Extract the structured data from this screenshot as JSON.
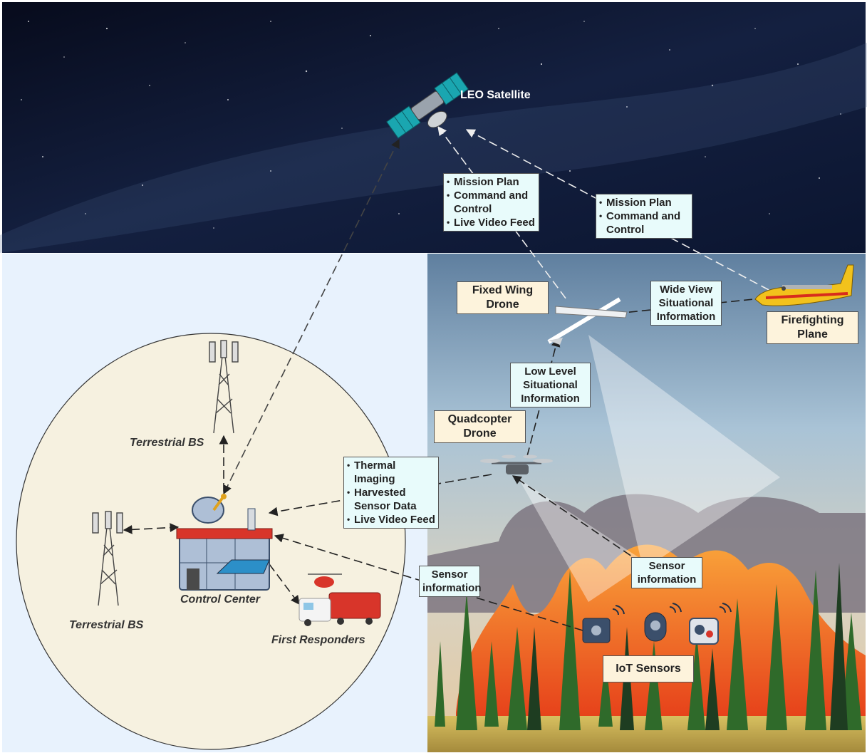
{
  "satellite": {
    "label": "LEO Satellite"
  },
  "labels": {
    "mission_sat_left": [
      "Mission Plan",
      "Command and Control",
      "Live Video Feed"
    ],
    "mission_sat_right": [
      "Mission Plan",
      "Command and Control"
    ],
    "fixed_wing": [
      "Fixed Wing",
      "Drone"
    ],
    "wide_view": [
      "Wide View",
      "Situational",
      "Information"
    ],
    "firefighting_plane": [
      "Firefighting",
      "Plane"
    ],
    "low_level": [
      "Low Level",
      "Situational",
      "Information"
    ],
    "quadcopter": [
      "Quadcopter",
      "Drone"
    ],
    "thermal": [
      "Thermal Imaging",
      "Harvested Sensor Data",
      "Live Video Feed"
    ],
    "sensor_info_left": [
      "Sensor",
      "information"
    ],
    "sensor_info_right": [
      "Sensor",
      "information"
    ],
    "iot_sensors": "IoT Sensors"
  },
  "captions": {
    "terrestrial_bs_top": "Terrestrial BS",
    "terrestrial_bs_left": "Terrestrial BS",
    "control_center": "Control Center",
    "first_responders": "First Responders"
  },
  "colors": {
    "space": "#0b1228",
    "ground_panel": "#e8f2fd",
    "coverage_circle": "#f6f1e0",
    "info_box": "#e8fbfb",
    "name_box": "#fdf3dc",
    "fire": "#f4661b",
    "trees": "#2f6a2a",
    "plane": "#f2c21c"
  }
}
